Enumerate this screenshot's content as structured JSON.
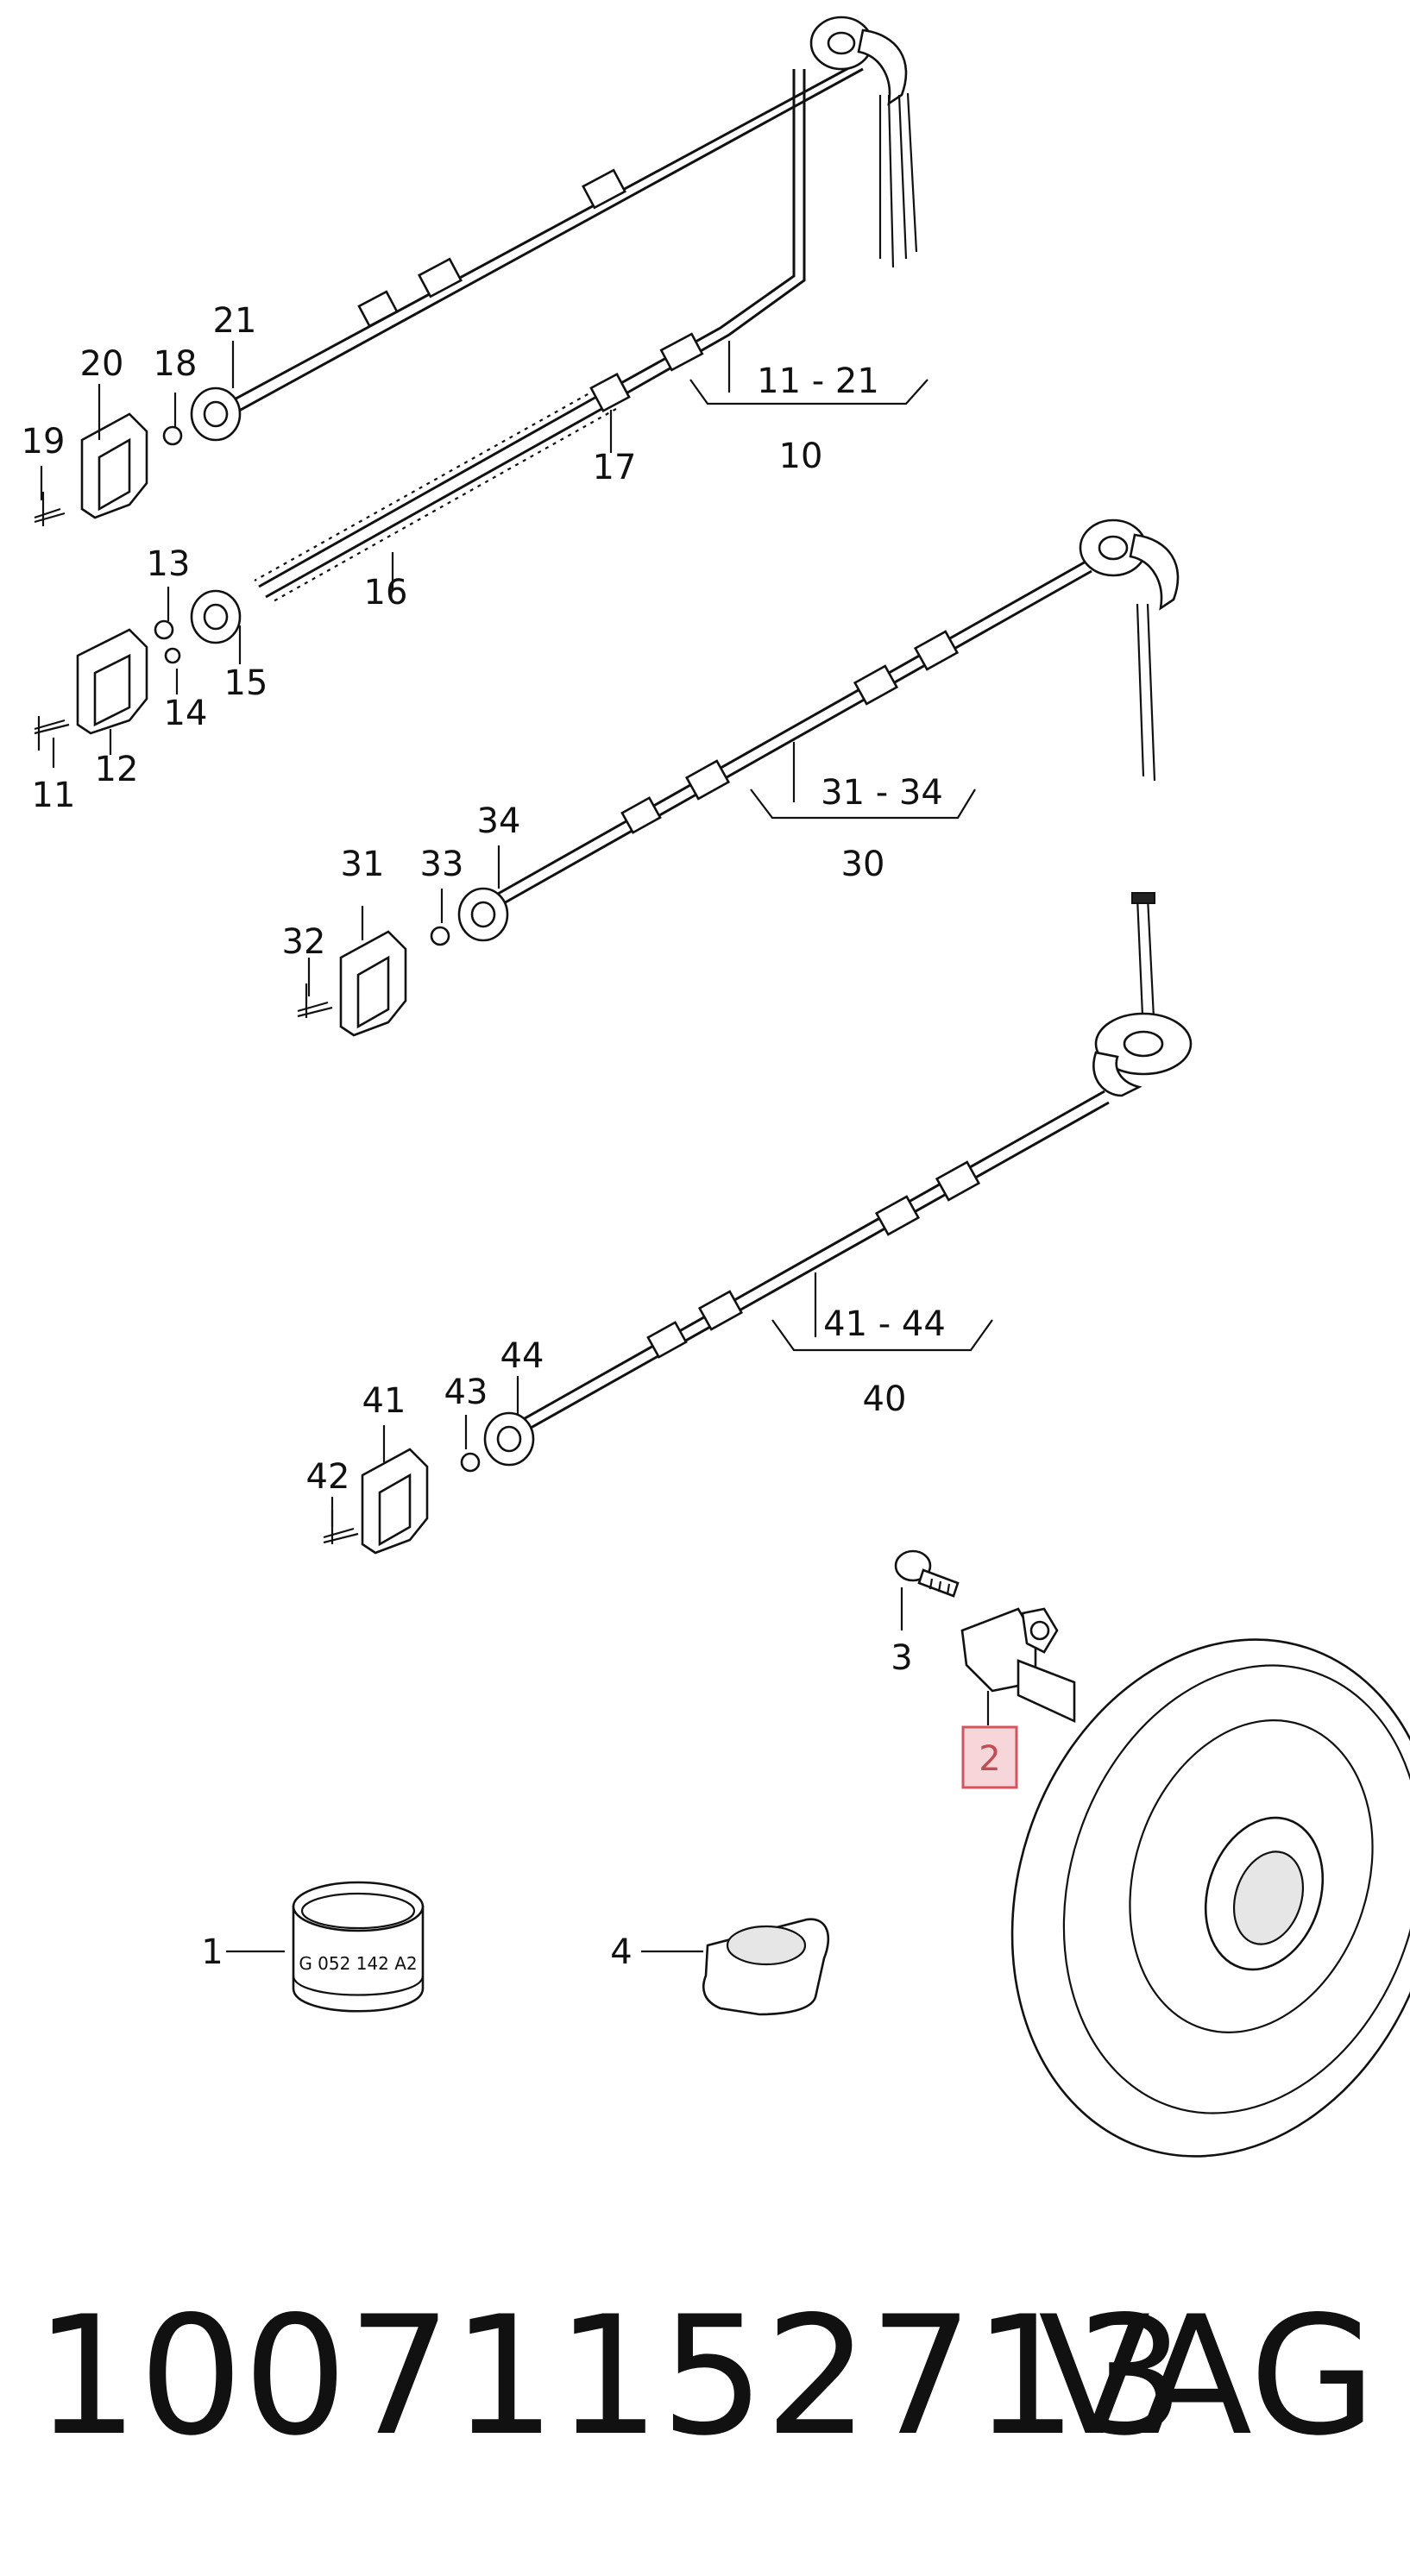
{
  "callouts": {
    "c1": "1",
    "c2": "2",
    "c3": "3",
    "c4": "4",
    "c10": "10",
    "c11": "11",
    "c11_21": "11 - 21",
    "c12": "12",
    "c13": "13",
    "c14": "14",
    "c15": "15",
    "c16": "16",
    "c17": "17",
    "c18": "18",
    "c19": "19",
    "c20": "20",
    "c21": "21",
    "c30": "30",
    "c31": "31",
    "c31_34": "31 - 34",
    "c32": "32",
    "c33": "33",
    "c34": "34",
    "c40": "40",
    "c41": "41",
    "c41_44": "41 - 44",
    "c42": "42",
    "c43": "43",
    "c44": "44"
  },
  "cap_marking": "G 052 142 A2",
  "highlight_color": "#d9535f",
  "footer": {
    "part_number": "1007115271З",
    "brand": "VAG"
  }
}
